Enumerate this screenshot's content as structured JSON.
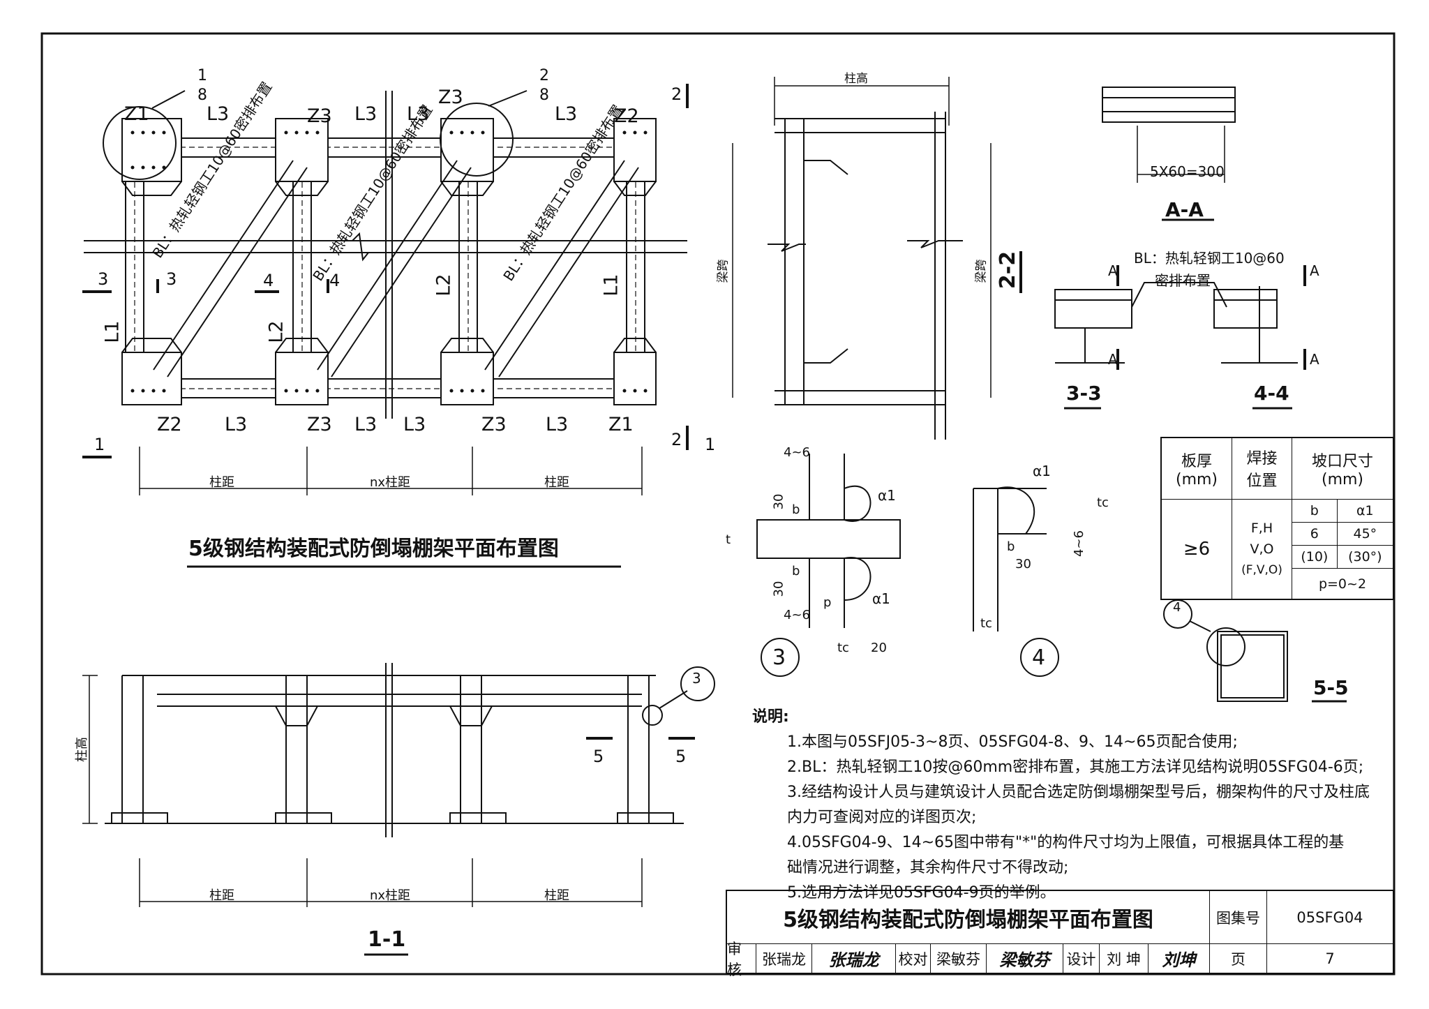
{
  "plan": {
    "title": "5级钢结构装配式防倒塌棚架平面布置图",
    "detail_tags": [
      {
        "num": "1",
        "den": "8"
      },
      {
        "num": "2",
        "den": "8"
      }
    ],
    "top_labels": [
      "Z1",
      "L3",
      "Z3",
      "L3",
      "L3",
      "Z3",
      "L3",
      "Z2"
    ],
    "bottom_labels": [
      "Z2",
      "L3",
      "Z3",
      "L3",
      "L3",
      "Z3",
      "L3",
      "Z1"
    ],
    "side_labels": {
      "left": "L1",
      "mid1": "L2",
      "mid2": "L2",
      "right": "L1"
    },
    "brace_note": "BL：热轧轻钢工10@60密排布置",
    "section_marks": {
      "s1": "1",
      "s2": "2",
      "s3": "3",
      "s4": "4"
    },
    "dims": [
      "柱距",
      "nx柱距",
      "柱距"
    ]
  },
  "elevation": {
    "title": "1-1",
    "height_label": "柱高",
    "dims": [
      "柱距",
      "nx柱距",
      "柱距"
    ],
    "section_mark": "5",
    "detail_tag": {
      "num": "3",
      "den": "—"
    }
  },
  "section22": {
    "title": "2-2",
    "top_dim": "柱高",
    "left_dim": "梁跨",
    "right_dim": "梁跨"
  },
  "sectionAA": {
    "title": "A-A",
    "dim": "5X60=300"
  },
  "section33": {
    "title": "3-3",
    "mark": "A"
  },
  "section44": {
    "title": "4-4",
    "mark": "A",
    "note_line1": "BL：热轧轻钢工10@60",
    "note_line2": "密排布置"
  },
  "section55": {
    "title": "5-5",
    "tag": {
      "num": "4",
      "den": "—"
    }
  },
  "detail3": {
    "num": "3",
    "labels": [
      "4~6",
      "30",
      "b",
      "t",
      "30",
      "b",
      "p",
      "4~6",
      "tc",
      "20",
      "α1",
      "α1"
    ]
  },
  "detail4": {
    "num": "4",
    "labels": [
      "α1",
      "tc",
      "4~6",
      "b",
      "30",
      "tc"
    ]
  },
  "weld_table": {
    "headers": [
      "板厚\n(mm)",
      "焊接\n位置",
      "坡口尺寸\n(mm)"
    ],
    "thickness": "≥6",
    "positions": [
      "F,H",
      "V,O",
      "(F,V,O)"
    ],
    "sub_headers": [
      "b",
      "α1"
    ],
    "row1": [
      "6",
      "45°"
    ],
    "row2": [
      "(10)",
      "(30°)"
    ],
    "footer": "p=0~2"
  },
  "notes": {
    "heading": "说明:",
    "items": [
      "1.本图与05SFJ05-3~8页、05SFG04-8、9、14~65页配合使用;",
      "2.BL：热轧轻钢工10按@60mm密排布置，其施工方法详见结构说明05SFG04-6页;",
      "3.经结构设计人员与建筑设计人员配合选定防倒塌棚架型号后，棚架构件的尺寸及柱底",
      "   内力可查阅对应的详图页次;",
      "4.05SFG04-9、14~65图中带有\"*\"的构件尺寸均为上限值，可根据具体工程的基",
      "   础情况进行调整，其余构件尺寸不得改动;",
      "5.选用方法详见05SFG04-9页的举例。"
    ]
  },
  "title_block": {
    "title": "5级钢结构装配式防倒塌棚架平面布置图",
    "atlas_label": "图集号",
    "atlas_no": "05SFG04",
    "review_label": "审核",
    "reviewer": "张瑞龙",
    "reviewer_sig": "张瑞龙",
    "check_label": "校对",
    "checker": "梁敏芬",
    "checker_sig": "梁敏芬",
    "design_label": "设计",
    "designer": "刘 坤",
    "designer_sig": "刘坤",
    "page_label": "页",
    "page_no": "7"
  }
}
